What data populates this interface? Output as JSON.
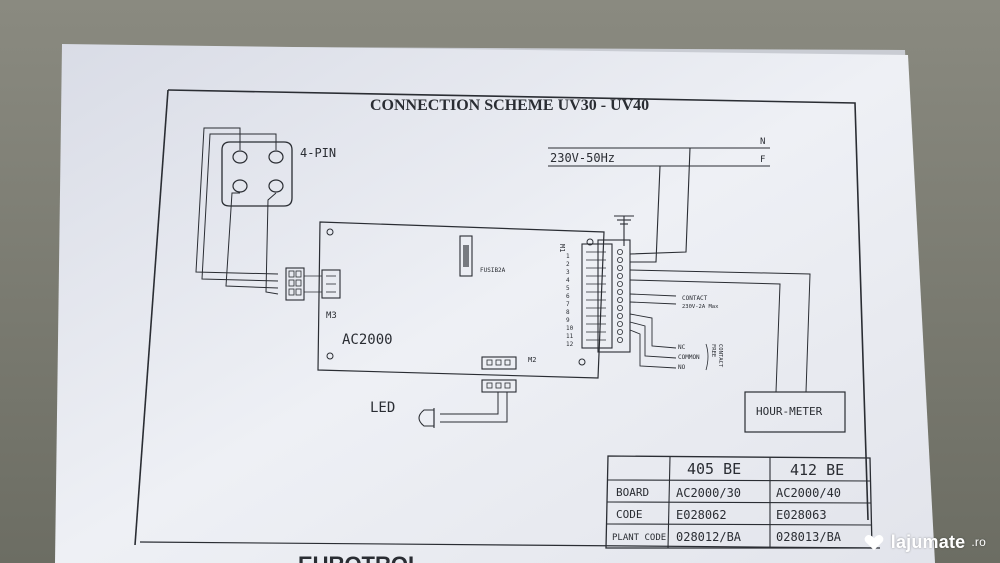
{
  "diagram": {
    "title": "CONNECTION SCHEME UV30 - UV40",
    "labels": {
      "four_pin": "4-PIN",
      "mains": "230V-50Hz",
      "neutral": "N",
      "phase": "F",
      "board": "AC2000",
      "fuse": "FUSIB2A",
      "m1": "M1",
      "m2": "M2",
      "m3": "M3",
      "led": "LED",
      "hour_meter": "HOUR-METER",
      "contact": "CONTACT",
      "contact_rating": "230V-2A Max",
      "nc": "NC",
      "common": "COMMON",
      "no": "NO",
      "free_contact_1": "FREE",
      "free_contact_2": "CONTACT",
      "brand": "EUROTROL"
    },
    "terminals": [
      "1",
      "2",
      "3",
      "4",
      "5",
      "6",
      "7",
      "8",
      "9",
      "10",
      "11",
      "12"
    ],
    "table": {
      "columns": [
        "",
        "405 BE",
        "412 BE"
      ],
      "rows": [
        {
          "label": "BOARD",
          "c1": "AC2000/30",
          "c2": "AC2000/40"
        },
        {
          "label": "CODE",
          "c1": "E028062",
          "c2": "E028063"
        },
        {
          "label": "PLANT CODE",
          "c1": "028012/BA",
          "c2": "028013/BA"
        }
      ]
    }
  },
  "watermark": {
    "text": "lajumate",
    "suffix": ".ro"
  },
  "colors": {
    "background": "#7f8075",
    "paper": "#eceef3",
    "ink": "#2a2d33"
  }
}
